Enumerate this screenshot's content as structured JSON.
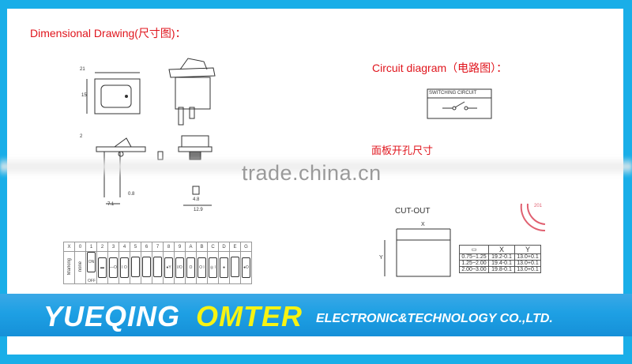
{
  "headings": {
    "dimensional": "Dimensional Drawing(尺寸图)：",
    "circuit": "Circuit diagram（电路图）：",
    "panel_cutout": "面板开孔尺寸",
    "cutout": "CUT-OUT"
  },
  "circuit_box_label": "SWITCHING CIRCUIT",
  "dimensions": {
    "width": "21",
    "height": "15",
    "d1": "2",
    "pin_pitch": "7.1",
    "pin_thick": "0.8",
    "pin_width": "4.8",
    "body_width": "12.9"
  },
  "cutout_axes": {
    "x": "X",
    "y": "Y"
  },
  "cutout_table": {
    "headers": [
      "",
      "X",
      "Y"
    ],
    "rows": [
      [
        "0.75~1.25",
        "19.2-0.1",
        "13.0+0.1"
      ],
      [
        "1.25~2.00",
        "19.4-0.1",
        "13.0+0.1"
      ],
      [
        "2.00~3.00",
        "19.8-0.1",
        "13.0+0.1"
      ]
    ]
  },
  "marking_table": {
    "codes": [
      "X",
      "0",
      "1",
      "2",
      "3",
      "4",
      "5",
      "6",
      "7",
      "8",
      "9",
      "A",
      "B",
      "C",
      "D",
      "E",
      "G"
    ],
    "row_label": "Marking",
    "none_label": "none",
    "symbols": [
      "•",
      "ON OFF",
      "▬",
      "—O",
      "I O",
      "",
      "",
      "",
      "●Y",
      "I/O",
      "O",
      "O I",
      "◎ I",
      "●",
      "",
      "●O"
    ]
  },
  "watermark": "trade.china.cn",
  "stamp_text": "201",
  "banner": {
    "name1": "YUEQING",
    "name2": "OMTER",
    "tagline": "ELECTRONIC&TECHNOLOGY  CO.,LTD."
  },
  "colors": {
    "frame": "#19aee8",
    "heading": "#e0151d",
    "brand_yellow": "#f6f313"
  }
}
